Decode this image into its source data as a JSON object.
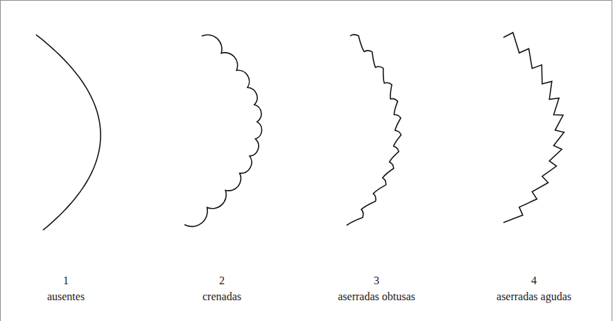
{
  "diagram": {
    "labels": [
      "1",
      "ausentes",
      "2",
      "crenadas",
      "3",
      "aserradas obtusas",
      "4",
      "aserradas agudas"
    ]
  }
}
